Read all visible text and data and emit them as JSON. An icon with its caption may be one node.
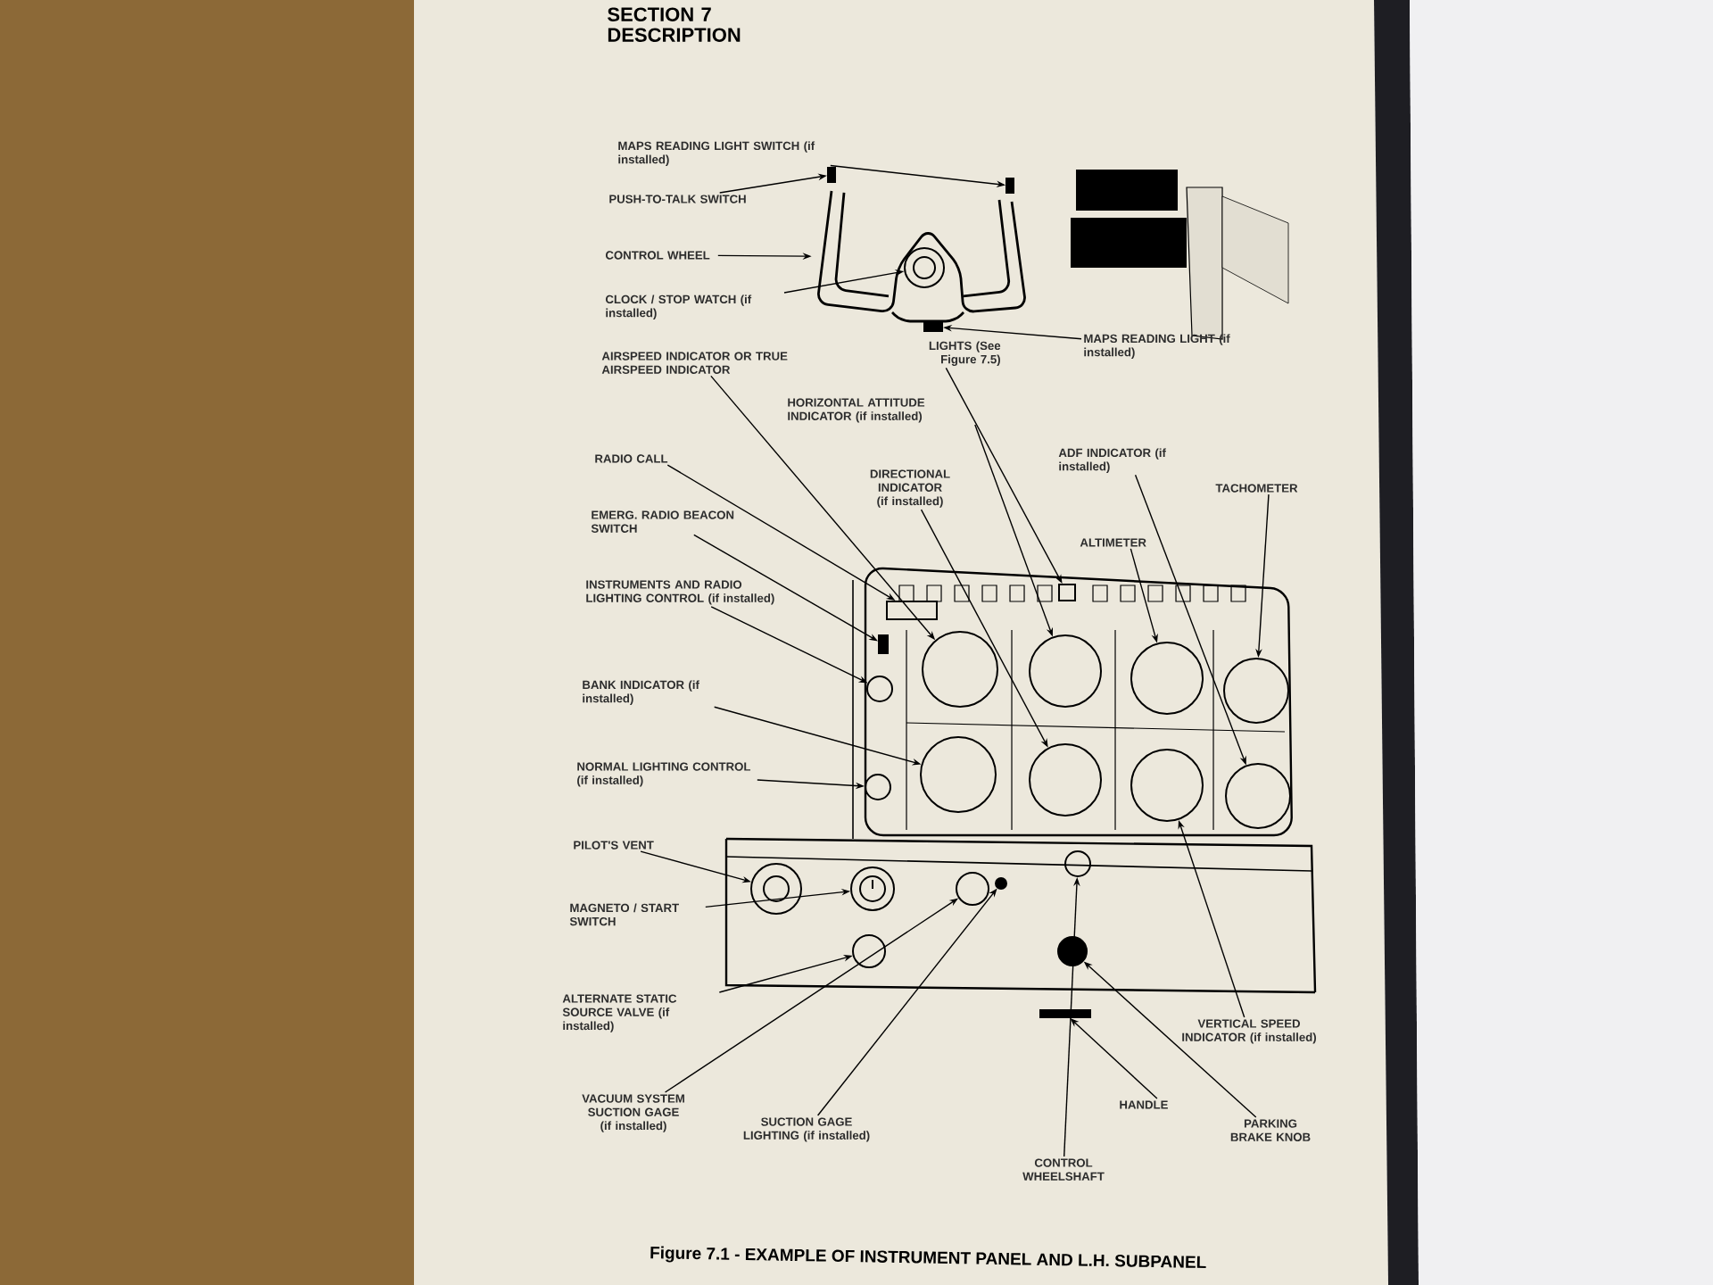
{
  "diagram": {
    "title": "SECTION 7 DESCRIPTION",
    "caption": "Figure 7.1 - EXAMPLE OF INSTRUMENT PANEL AND L.H. SUBPANEL",
    "nodes": [
      {
        "text": [
          "MAPS READING LIGHT SWITCH (if installed)"
        ]
      },
      {
        "text": [
          "PUSH-TO-TALK SWITCH"
        ]
      },
      {
        "text": [
          "CONTROL WHEEL"
        ]
      },
      {
        "text": [
          "CLOCK / STOP WATCH (if installed)"
        ]
      },
      {
        "text": [
          "MAPS READING LIGHT (if installed)"
        ]
      },
      {
        "text": [
          "AIRSPEED INDICATOR OR TRUE AIRSPEED INDICATOR"
        ]
      },
      {
        "text": [
          "LIGHTS (See Figure 7.5)"
        ]
      },
      {
        "text": [
          "HORIZONTAL ATTITUDE INDICATOR (if installed)"
        ]
      },
      {
        "text": [
          "RADIO CALL"
        ]
      },
      {
        "text": [
          "DIRECTIONAL INDICATOR (if installed)"
        ]
      },
      {
        "text": [
          "ADF INDICATOR (if installed)"
        ]
      },
      {
        "text": [
          "TACHOMETER"
        ]
      },
      {
        "text": [
          "EMERG. RADIO BEACON SWITCH"
        ]
      },
      {
        "text": [
          "ALTIMETER"
        ]
      },
      {
        "text": [
          "INSTRUMENTS AND RADIO LIGHTING CONTROL (if installed)"
        ]
      },
      {
        "text": [
          "BANK INDICATOR (if installed)"
        ]
      },
      {
        "text": [
          "NORMAL LIGHTING CONTROL (if installed)"
        ]
      },
      {
        "text": [
          "PILOT'S VENT"
        ]
      },
      {
        "text": [
          "MAGNETO / START SWITCH"
        ]
      },
      {
        "text": [
          "ALTERNATE STATIC SOURCE VALVE (if installed)"
        ]
      },
      {
        "text": [
          "VERTICAL SPEED INDICATOR (if installed)"
        ]
      },
      {
        "text": [
          "HANDLE"
        ]
      },
      {
        "text": [
          "VACUUM SYSTEM SUCTION GAGE (if installed)"
        ]
      },
      {
        "text": [
          "SUCTION GAGE LIGHTING (if installed)"
        ]
      },
      {
        "text": [
          "CONTROL WHEELSHAFT"
        ]
      },
      {
        "text": [
          "PARKING BRAKE KNOB"
        ]
      },
      {
        "text": [],
        "shape": "picture"
      },
      {
        "text": [],
        "shape": "box"
      },
      {
        "text": [],
        "shape": "box"
      },
      {
        "text": [],
        "shape": "circle",
        "in": 26
      },
      {
        "text": [],
        "shape": "box",
        "in": 26
      },
      {
        "text": [],
        "shape": "box"
      },
      {
        "text": [],
        "shape": "box"
      },
      {
        "text": [],
        "shape": "box"
      },
      {
        "text": [],
        "shape": "circle"
      },
      {
        "text": [],
        "shape": "circle"
      },
      {
        "text": [],
        "shape": "circle"
      },
      {
        "text": [],
        "shape": "circle"
      },
      {
        "text": [],
        "shape": "circle"
      },
      {
        "text": [],
        "shape": "circle"
      },
      {
        "text": [],
        "shape": "circle"
      },
      {
        "text": [],
        "shape": "circle"
      },
      {
        "text": [],
        "shape": "circle"
      },
      {
        "text": [],
        "shape": "circle"
      },
      {
        "text": [],
        "shape": "circle"
      },
      {
        "text": [],
        "shape": "circle"
      },
      {
        "text": [],
        "shape": "circle"
      },
      {
        "text": [],
        "shape": "circle"
      },
      {
        "text": [],
        "shape": "circle"
      },
      {
        "text": [],
        "shape": "circle"
      },
      {
        "text": [],
        "shape": "circle"
      },
      {
        "text": [],
        "shape": "bar"
      }
    ],
    "edges": [
      {
        "from": 0,
        "to": 28,
        "arrow": "to"
      },
      {
        "from": 1,
        "to": 27,
        "arrow": "to"
      },
      {
        "from": 2,
        "to": 26,
        "arrow": "to"
      },
      {
        "from": 3,
        "to": 29,
        "arrow": "to"
      },
      {
        "from": 4,
        "to": 30,
        "arrow": "to"
      },
      {
        "from": 5,
        "to": 36,
        "arrow": "to"
      },
      {
        "from": 6,
        "to": 31,
        "arrow": "to"
      },
      {
        "from": 7,
        "to": 37,
        "arrow": "to"
      },
      {
        "from": 8,
        "to": 32,
        "arrow": "to"
      },
      {
        "from": 9,
        "to": 41,
        "arrow": "to"
      },
      {
        "from": 10,
        "to": 43,
        "arrow": "to"
      },
      {
        "from": 11,
        "to": 39,
        "arrow": "to"
      },
      {
        "from": 12,
        "to": 33,
        "arrow": "to"
      },
      {
        "from": 13,
        "to": 38,
        "arrow": "to"
      },
      {
        "from": 14,
        "to": 34,
        "arrow": "to"
      },
      {
        "from": 15,
        "to": 40,
        "arrow": "to"
      },
      {
        "from": 16,
        "to": 35,
        "arrow": "to"
      },
      {
        "from": 17,
        "to": 44,
        "arrow": "to"
      },
      {
        "from": 18,
        "to": 45,
        "arrow": "to"
      },
      {
        "from": 19,
        "to": 49,
        "arrow": "to"
      },
      {
        "from": 20,
        "to": 42,
        "arrow": "to"
      },
      {
        "from": 21,
        "to": 51,
        "arrow": "to"
      },
      {
        "from": 22,
        "to": 46,
        "arrow": "to"
      },
      {
        "from": 23,
        "to": 47,
        "arrow": "to"
      },
      {
        "from": 24,
        "to": 48,
        "arrow": "to"
      },
      {
        "from": 25,
        "to": 50,
        "arrow": "to"
      }
    ]
  }
}
